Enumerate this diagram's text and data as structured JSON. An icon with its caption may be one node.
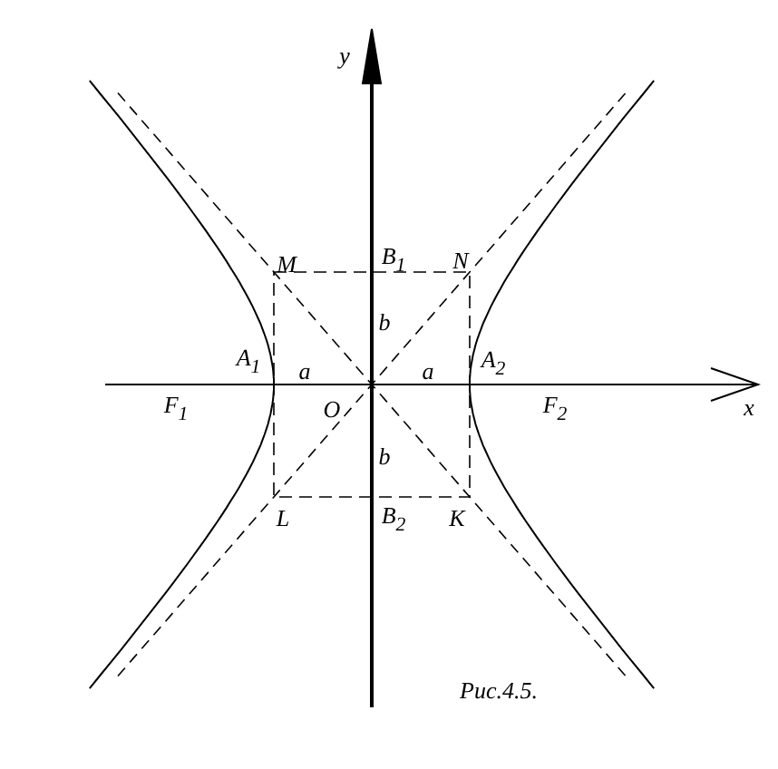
{
  "diagram": {
    "caption": "Рис.4.5.",
    "labels": [
      "y",
      "M",
      "B$_{1}$",
      "N",
      "b",
      "A$_{1}$",
      "a",
      "a",
      "A$_{2}$",
      "x",
      "F$_{1}$",
      "O",
      "F$_{2}$",
      "b",
      "L",
      "B$_{2}$",
      "K"
    ]
  }
}
